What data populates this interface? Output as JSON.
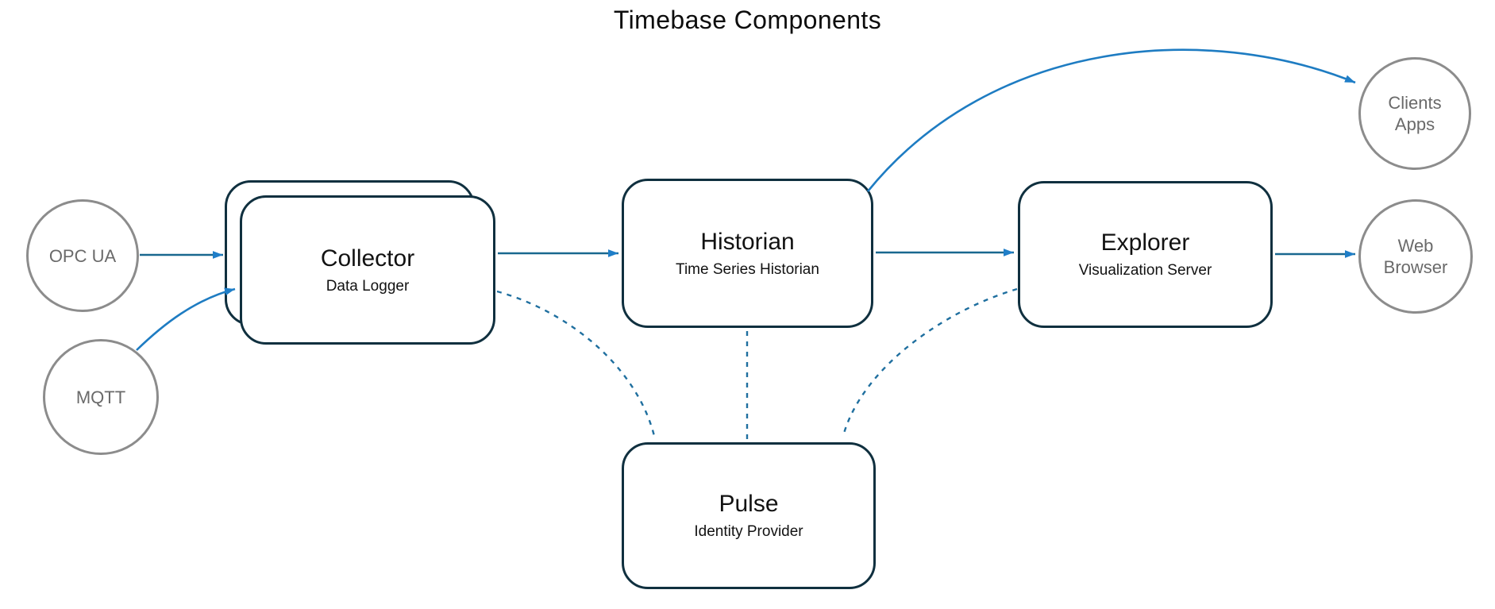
{
  "title": "Timebase Components",
  "diagram": {
    "nodes": {
      "opc_ua": {
        "shape": "circle",
        "label": "OPC UA"
      },
      "mqtt": {
        "shape": "circle",
        "label": "MQTT"
      },
      "collector": {
        "shape": "stacked-box",
        "label": "Collector",
        "sublabel": "Data Logger"
      },
      "historian": {
        "shape": "box",
        "label": "Historian",
        "sublabel": "Time Series Historian"
      },
      "explorer": {
        "shape": "box",
        "label": "Explorer",
        "sublabel": "Visualization Server"
      },
      "pulse": {
        "shape": "box",
        "label": "Pulse",
        "sublabel": "Identity Provider"
      },
      "clients_apps": {
        "shape": "circle",
        "line1": "Clients",
        "line2": "Apps"
      },
      "web_browser": {
        "shape": "circle",
        "line1": "Web",
        "line2": "Browser"
      }
    },
    "edges": [
      {
        "from": "OPC UA",
        "to": "Collector",
        "style": "solid",
        "arrow": true
      },
      {
        "from": "MQTT",
        "to": "Collector",
        "style": "solid",
        "arrow": true
      },
      {
        "from": "Collector",
        "to": "Historian",
        "style": "solid",
        "arrow": true
      },
      {
        "from": "Historian",
        "to": "Explorer",
        "style": "solid",
        "arrow": true
      },
      {
        "from": "Historian",
        "to": "Clients Apps",
        "style": "solid",
        "arrow": true
      },
      {
        "from": "Explorer",
        "to": "Web Browser",
        "style": "solid",
        "arrow": true
      },
      {
        "from": "Pulse",
        "to": "Collector",
        "style": "dashed",
        "arrow": false
      },
      {
        "from": "Pulse",
        "to": "Historian",
        "style": "dashed",
        "arrow": false
      },
      {
        "from": "Pulse",
        "to": "Explorer",
        "style": "dashed",
        "arrow": false
      }
    ],
    "colors": {
      "background": "#ffffff",
      "box_border": "#10303f",
      "box_text": "#121212",
      "circle_border": "#8c8c8c",
      "circle_text": "#6a6a6a",
      "solid_edge": "#19688f",
      "curved_edge": "#1e7cc2",
      "dashed_edge": "#1f6f9f",
      "arrowhead": "#1f7ec8",
      "title_text": "#0d0d0d"
    }
  }
}
